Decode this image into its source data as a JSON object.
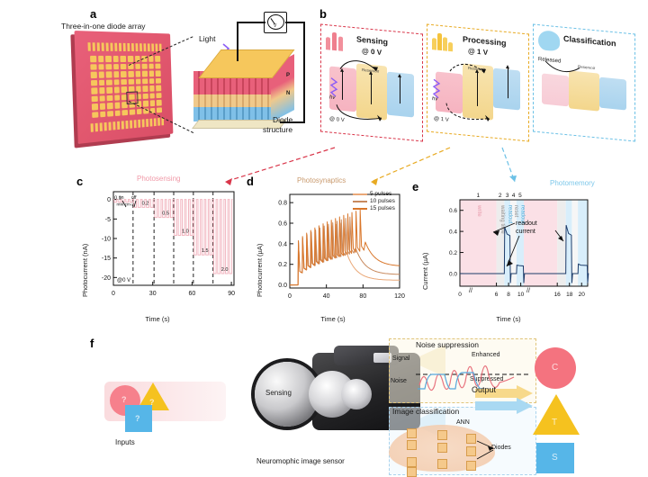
{
  "figure": {
    "panels": {
      "a": "a",
      "b": "b",
      "c": "c",
      "d": "d",
      "e": "e",
      "f": "f"
    }
  },
  "panel_a": {
    "title": "Three-in-one diode array",
    "light_label": "Light",
    "diode_label_line1": "Diode",
    "diode_label_line2": "structure",
    "layer_p": "P",
    "layer_n": "N",
    "meter_symbol": "V"
  },
  "panel_b": {
    "cards": [
      {
        "title": "Sensing",
        "voltage": "@ 0 V",
        "bias_note": "@ 0 V",
        "hv": "hv",
        "reservoir": "Reservoir",
        "color": "#d9364a"
      },
      {
        "title": "Processing",
        "voltage": "@ 1 V",
        "bias_note": "@ 1 V",
        "hv": "hv",
        "reservoir": "Reservoir",
        "color": "#e8aa22"
      },
      {
        "title": "Classification",
        "voltage": "",
        "bias_note": "Released",
        "hv": "",
        "reservoir": "Reservoir",
        "color": "#6cc1e6"
      }
    ]
  },
  "chart_data": [
    {
      "panel": "c",
      "type": "line",
      "title": "Photosensing",
      "xlabel": "Time (s)",
      "ylabel": "Photocurrent (nA)",
      "xlim": [
        0,
        92
      ],
      "ylim": [
        -22,
        2
      ],
      "xticks": [
        0,
        30,
        60,
        90
      ],
      "yticks": [
        0,
        -5,
        -10,
        -15,
        -20
      ],
      "bias_annotation": "@0 V",
      "on_label": "on",
      "off_label": "off",
      "intensity_unit": "mW cm-2",
      "segments": [
        {
          "label": "0.1",
          "t_start": 0,
          "t_end": 15,
          "level": -0.7
        },
        {
          "label": "0.2",
          "t_start": 15,
          "t_end": 31,
          "level": -2.0
        },
        {
          "label": "0.5",
          "t_start": 31,
          "t_end": 46,
          "level": -4.6
        },
        {
          "label": "1.0",
          "t_start": 46,
          "t_end": 61,
          "level": -9.2
        },
        {
          "label": "1.5",
          "t_start": 61,
          "t_end": 76,
          "level": -14.2
        },
        {
          "label": "2.0",
          "t_start": 76,
          "t_end": 91,
          "level": -19.0
        }
      ],
      "grid": false,
      "divider_times": [
        15,
        31,
        46,
        61,
        76
      ],
      "line_color": "#f2b6c0"
    },
    {
      "panel": "d",
      "type": "line",
      "title": "Photosynaptics",
      "xlabel": "Time (s)",
      "ylabel": "Photocurrent (µA)",
      "xlim": [
        0,
        120
      ],
      "ylim": [
        -0.03,
        0.88
      ],
      "xticks": [
        0,
        40,
        80,
        120
      ],
      "yticks": [
        0.0,
        0.2,
        0.4,
        0.6,
        0.8
      ],
      "legend_position": "top-right",
      "series": [
        {
          "name": "5 pulses",
          "color": "#eaa878",
          "decay_end_t": 60,
          "peak": 0.6,
          "tail": 0.045
        },
        {
          "name": "10 pulses",
          "color": "#c88a5e",
          "decay_end_t": 70,
          "peak": 0.66,
          "tail": 0.1
        },
        {
          "name": "15 pulses",
          "color": "#d9762a",
          "decay_end_t": 81,
          "peak": 0.73,
          "tail": 0.18
        }
      ],
      "pulse_start_t": 9,
      "grid": false
    },
    {
      "panel": "e",
      "type": "line",
      "title": "Photomemory",
      "xlabel": "Time (s)",
      "ylabel": "Current (µA)",
      "xlim": [
        0,
        21
      ],
      "ylim": [
        -0.12,
        0.7
      ],
      "xticks": [
        0,
        6,
        8,
        10,
        16,
        18,
        20
      ],
      "yticks": [
        0.0,
        0.2,
        0.4,
        0.6
      ],
      "stage_numbers": [
        "1",
        "2",
        "3",
        "4",
        "5"
      ],
      "stage_labels": [
        "write",
        "waiting time",
        "readout",
        "reset",
        "readout"
      ],
      "annotation": "readout current",
      "line_color": "#1e3d6b",
      "band_colors": {
        "write": "#fbe0e6",
        "waiting": "#ededed",
        "readout": "#d8eefb",
        "reset": "#f6f6f6"
      },
      "axis_break": true,
      "grid": false,
      "readout_peaks": [
        0.44,
        0.08,
        0.46,
        0.09
      ]
    }
  ],
  "panel_f": {
    "inputs_label": "Inputs",
    "sensing_label": "Sensing",
    "sensor_caption": "Neuromophic image sensor",
    "question_mark": "?",
    "noise_box": {
      "title": "Noise suppression",
      "signal_label": "Signal",
      "noise_label": "Noise",
      "enhanced_label": "Enhanced",
      "suppressed_label": "Suppressed",
      "signal_color": "#e8737f",
      "noise_color": "#56a8dd"
    },
    "classification_box": {
      "title": "Image classification",
      "ann_label": "ANN",
      "diodes_label": "Diodes"
    },
    "output_label": "Output",
    "outputs": [
      {
        "shape": "circle",
        "letter": "C",
        "color": "#f4737f"
      },
      {
        "shape": "triangle",
        "letter": "T",
        "color": "#f5c21f"
      },
      {
        "shape": "square",
        "letter": "S",
        "color": "#56b6e8"
      }
    ]
  }
}
